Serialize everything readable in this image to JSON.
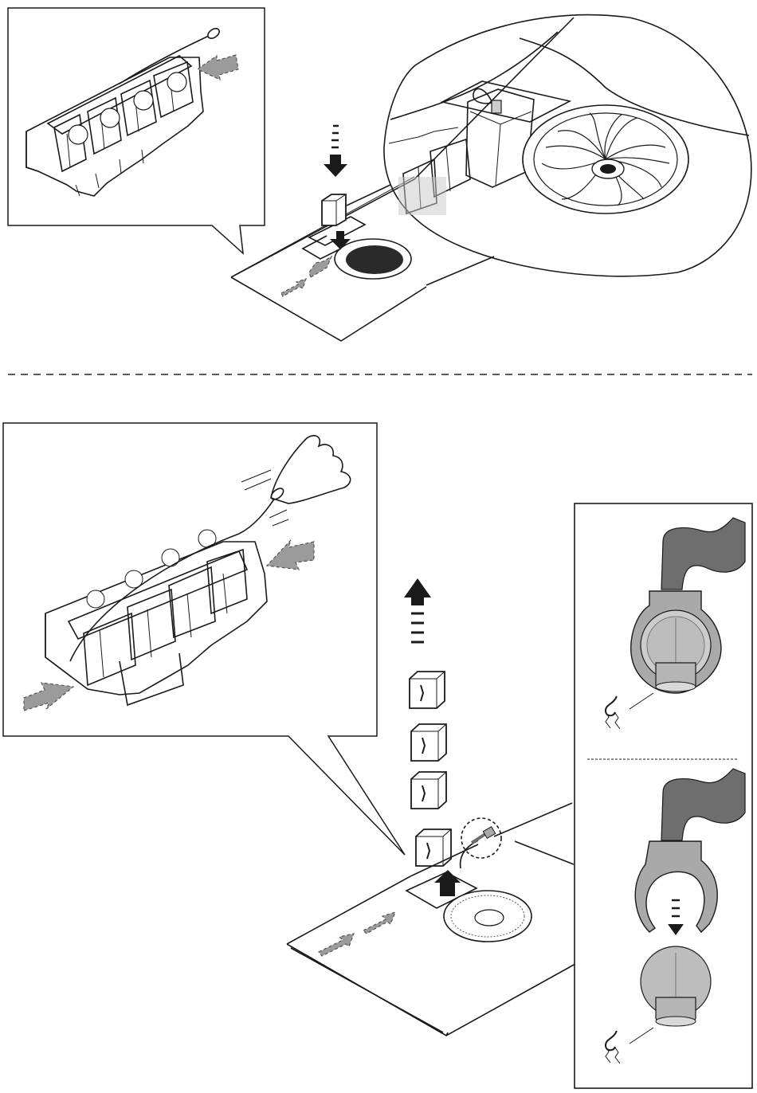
{
  "diagram": {
    "sections": [
      {
        "id": "install",
        "direction": "down",
        "cartridge_count": 1
      },
      {
        "id": "remove",
        "direction": "up",
        "cartridge_count": 4
      }
    ],
    "colors": {
      "line": "#1a1a1a",
      "airflow_arrow": "#9b9b9b",
      "hose": "#6e6e6e",
      "connector": "#a9a9a9",
      "background": "#ffffff"
    },
    "icons": [
      "magnet-icon",
      "airflow-arrow-icon",
      "fan-grille-icon",
      "filter-cartridge-icon",
      "pull-cord-icon"
    ]
  }
}
